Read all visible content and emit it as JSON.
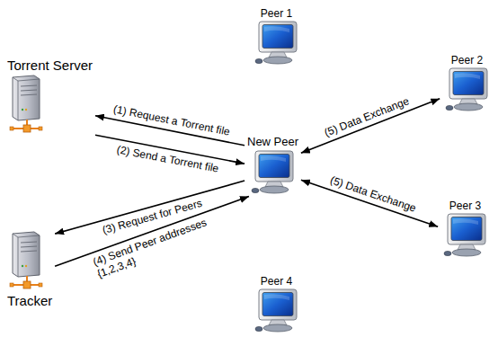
{
  "diagram": {
    "nodes": [
      {
        "text": [
          "Torrent Server"
        ]
      },
      {
        "text": [
          "Peer 1"
        ]
      },
      {
        "text": [
          "Peer 2"
        ]
      },
      {
        "text": [
          "New Peer"
        ]
      },
      {
        "text": [
          "Peer 3"
        ]
      },
      {
        "text": [
          "Tracker"
        ]
      },
      {
        "text": [
          "Peer 4"
        ]
      }
    ],
    "edges": [
      {
        "from": 3,
        "to": 0,
        "arrow": "to",
        "label": "(1) Request a Torrent file"
      },
      {
        "from": 0,
        "to": 3,
        "arrow": "to",
        "label": "(2) Send a Torrent file"
      },
      {
        "from": 3,
        "to": 5,
        "arrow": "to",
        "label": "(3) Request for Peers"
      },
      {
        "from": 5,
        "to": 3,
        "arrow": "to",
        "label": "(4) Send Peer addresses {1,2,3,4}"
      },
      {
        "from": 3,
        "to": 2,
        "arrow": "both",
        "label": "(5) Data Exchange"
      },
      {
        "from": 3,
        "to": 4,
        "arrow": "both",
        "label": "(5) Data Exchange"
      }
    ]
  }
}
